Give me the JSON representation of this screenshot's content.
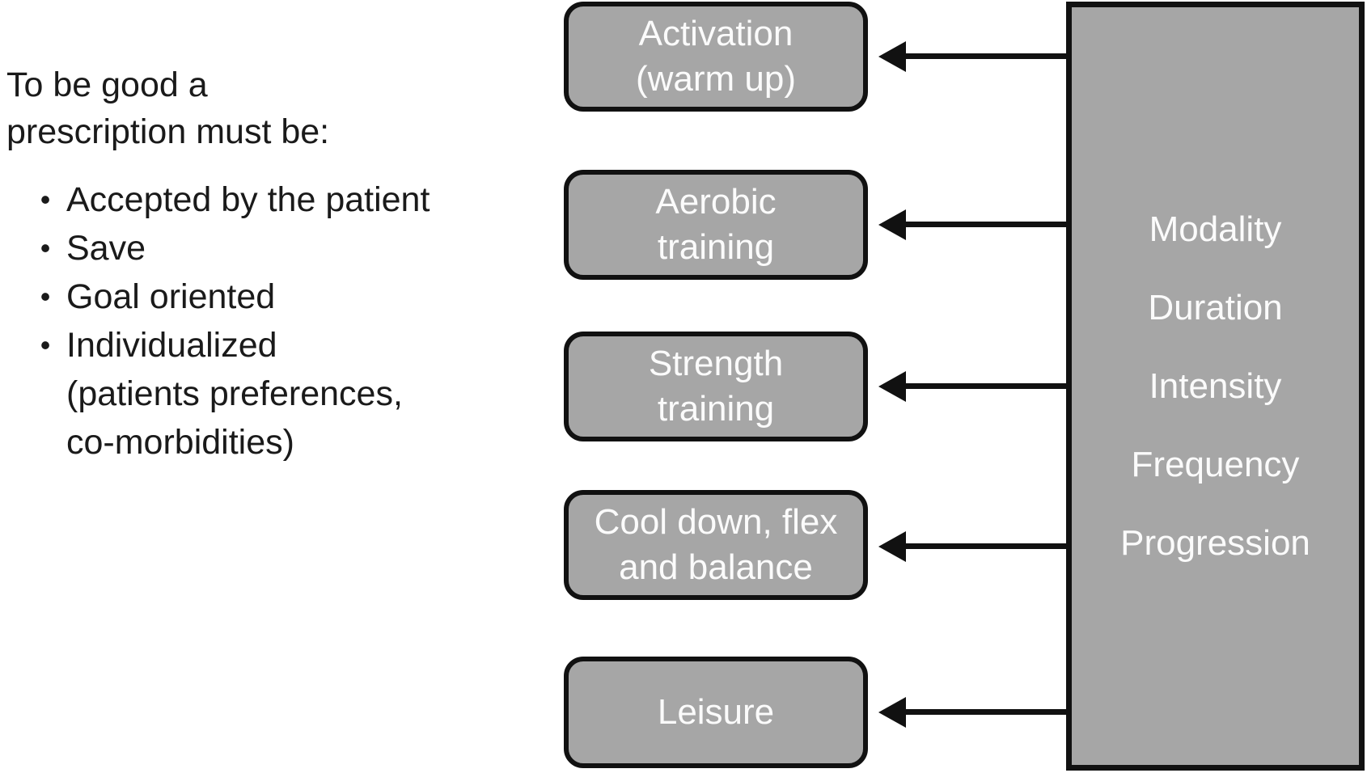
{
  "colors": {
    "background": "#ffffff",
    "shape_fill": "#a6a6a6",
    "outline": "#111111",
    "shape_text": "#fbfbfb",
    "body_text": "#1a1a1a"
  },
  "intro": {
    "heading_lines": [
      "To be good a",
      "prescription must be:"
    ],
    "bullet_char": "•",
    "bullets": [
      {
        "lines": [
          "Accepted by the patient"
        ]
      },
      {
        "lines": [
          "Save"
        ]
      },
      {
        "lines": [
          "Goal oriented"
        ]
      },
      {
        "lines": [
          "Individualized",
          "(patients preferences,",
          "co-morbidities)"
        ]
      }
    ]
  },
  "flow_boxes": [
    {
      "lines": [
        "Activation",
        "(warm up)"
      ]
    },
    {
      "lines": [
        "Aerobic",
        "training"
      ]
    },
    {
      "lines": [
        "Strength",
        "training"
      ]
    },
    {
      "lines": [
        "Cool down, flex",
        "and balance"
      ]
    },
    {
      "lines": [
        "Leisure"
      ]
    }
  ],
  "parameters_panel": {
    "items": [
      "Modality",
      "Duration",
      "Intensity",
      "Frequency",
      "Progression"
    ]
  }
}
